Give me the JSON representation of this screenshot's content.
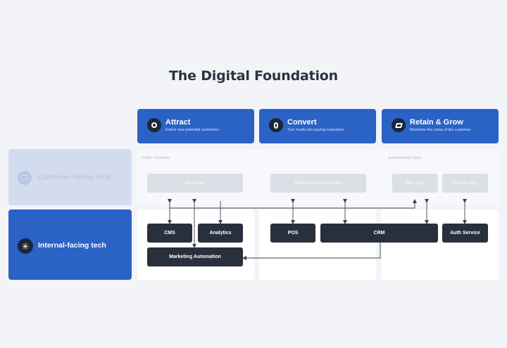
{
  "title": "The Digital Foundation",
  "stages": [
    {
      "title": "Attract",
      "subtitle": "Entice new potential customers",
      "icon": "eye-icon"
    },
    {
      "title": "Convert",
      "subtitle": "Turn leads into paying customers",
      "icon": "refresh-icon"
    },
    {
      "title": "Retain & Grow",
      "subtitle": "Maximize the value of the customer",
      "icon": "chart-icon"
    }
  ],
  "rows": {
    "customer": {
      "label": "Customer-facing tech",
      "icon": "browser-icon"
    },
    "internal": {
      "label": "Internal-facing tech",
      "icon": "network-icon"
    }
  },
  "sections": {
    "public": "Public Websites",
    "authenticated": "Authenticated Apps"
  },
  "customer_systems": {
    "websites": "Websites",
    "web_conversion_flow": "Web Conversion Flow",
    "web_app": "Web App",
    "mobile_app": "Mobile App"
  },
  "internal_systems": {
    "cms": "CMS",
    "analytics": "Analytics",
    "marketing_automation": "Marketing Automation",
    "pos": "POS",
    "crm": "CRM",
    "auth_service": "Auth Service"
  },
  "colors": {
    "accent": "#2a62c5",
    "dark": "#28303c",
    "background": "#f3f4f8"
  }
}
